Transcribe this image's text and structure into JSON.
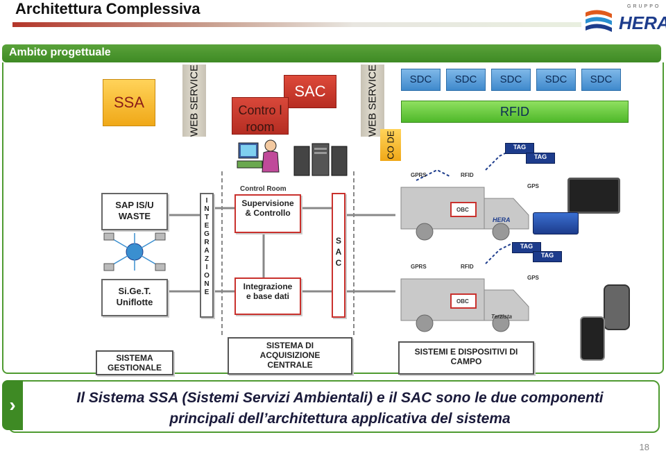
{
  "header": {
    "title": "Architettura Complessiva",
    "logo_top": "GRUPPO",
    "logo_text": "HERA"
  },
  "section": {
    "label": "Ambito progettuale"
  },
  "diagram": {
    "ssa": "SSA",
    "web_service_1": "WEB SERVICE",
    "control_room": "Contro l room",
    "sac": "SAC",
    "web_service_2": "WEB SERVICE",
    "code": "CO DE",
    "sdc_items": [
      "SDC",
      "SDC",
      "SDC",
      "SDC",
      "SDC"
    ],
    "rfid": "RFID",
    "sap": "SAP IS/U WASTE",
    "sigest": "Si.Ge.T. Uniflotte",
    "integrazione_bar": "INTEGRAZIONE",
    "sac_bar": "SAC",
    "control_room_title": "Control Room",
    "supervisione": "Supervisione & Controllo",
    "integrazione_box": "Integrazione e base dati",
    "sistema_gestionale": "SISTEMA GESTIONALE",
    "sistema_acquisizione": "SISTEMA DI ACQUISIZIONE CENTRALE",
    "sistemi_dispositivi": "SISTEMI E DISPOSITIVI DI CAMPO",
    "truck_labels": {
      "gprs": "GPRS",
      "rfid": "RFID",
      "gps": "GPS",
      "obc": "OBC",
      "tag": "TAG",
      "terzista": "Terzista",
      "hera": "HERA"
    }
  },
  "caption": {
    "line1": "Il Sistema SSA (Sistemi Servizi Ambientali) e il SAC sono le due componenti",
    "line2": "principali dell’architettura applicativa del sistema"
  },
  "page_number": "18"
}
